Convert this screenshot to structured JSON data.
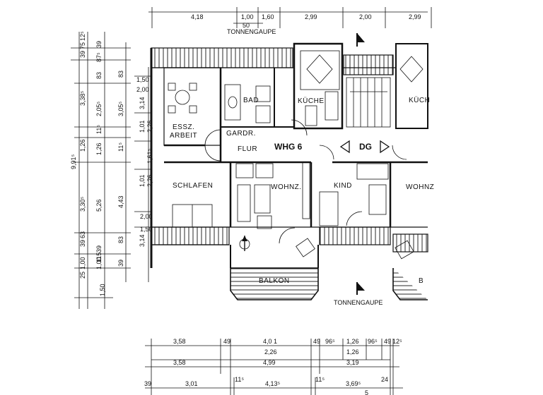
{
  "top_dims": [
    "4,18",
    "1,00",
    "1,60",
    "2,99",
    "2,00",
    "2,99"
  ],
  "top_sub_dim": "50",
  "gaupe_top": "TONNENGAUPE",
  "gaupe_bottom": "TONNENGAUPE",
  "rooms": {
    "ess": "ESSZ.",
    "arbeit": "ARBEIT",
    "bad": "BAD",
    "kueche": "KÜCHE",
    "kueche2": "KÜCH",
    "gardr": "GARDR.",
    "flur": "FLUR",
    "whg": "WHG 6",
    "dg": "DG",
    "schlafen": "SCHLAFEN",
    "wohnz": "WOHNZ.",
    "wohnz2": "WOHNZ",
    "kind": "KIND",
    "balkon": "BALKON",
    "balkon2": "B"
  },
  "left_outer": [
    "9,91⁵",
    "1,50"
  ],
  "left_mid": [
    "75",
    "39",
    "12⁵",
    "3,38⁵",
    "1,26",
    "3,30⁵",
    "1,00",
    "25",
    "39",
    "63"
  ],
  "left_inner": [
    "39",
    "87⁵",
    "83",
    "2,05⁵",
    "11⁵",
    "1,26",
    "5,26",
    "39",
    "1,00",
    "115"
  ],
  "left_col4": [
    "83",
    "3,05⁵",
    "11⁵",
    "4,43",
    "83",
    "39"
  ],
  "left_wall": [
    "1,50",
    "2,00",
    "3,14",
    "1,01",
    "2,26",
    "1,61⁵",
    "1,01",
    "2,26",
    "2,00",
    "1,50",
    "3,14"
  ],
  "bottom_row1": [
    "3,58",
    "49",
    "4,0 1",
    "49",
    "96⁵",
    "1,26",
    "96⁵",
    "49",
    "12⁵"
  ],
  "bottom_row1_sub": [
    "2,26",
    "1,26"
  ],
  "bottom_row2": [
    "3,58",
    "4,99",
    "3,19"
  ],
  "bottom_row3": [
    "39",
    "3,01",
    "11⁵",
    "4,13⁵",
    "11⁵",
    "3,69⁵",
    "24"
  ],
  "bottom_row3_sub": [
    "5"
  ]
}
